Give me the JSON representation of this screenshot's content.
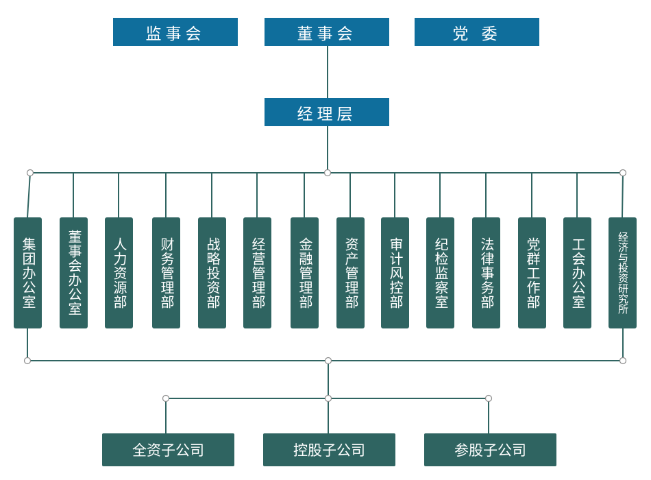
{
  "top": {
    "supervisory": "监事会",
    "board": "董事会",
    "party": "党 委"
  },
  "management": "经理层",
  "departments": [
    "集团办公室",
    "董事会办公室",
    "人力资源部",
    "财务管理部",
    "战略投资部",
    "经营管理部",
    "金融管理部",
    "资产管理部",
    "审计风控部",
    "纪检监察室",
    "法律事务部",
    "党群工作部",
    "工会办公室",
    "经济与投资研究所"
  ],
  "subsidiaries": [
    "全资子公司",
    "控股子公司",
    "参股子公司"
  ],
  "colors": {
    "top_box": "#0f6e9c",
    "dept_box": "#2f6461",
    "line": "#2f6461"
  }
}
